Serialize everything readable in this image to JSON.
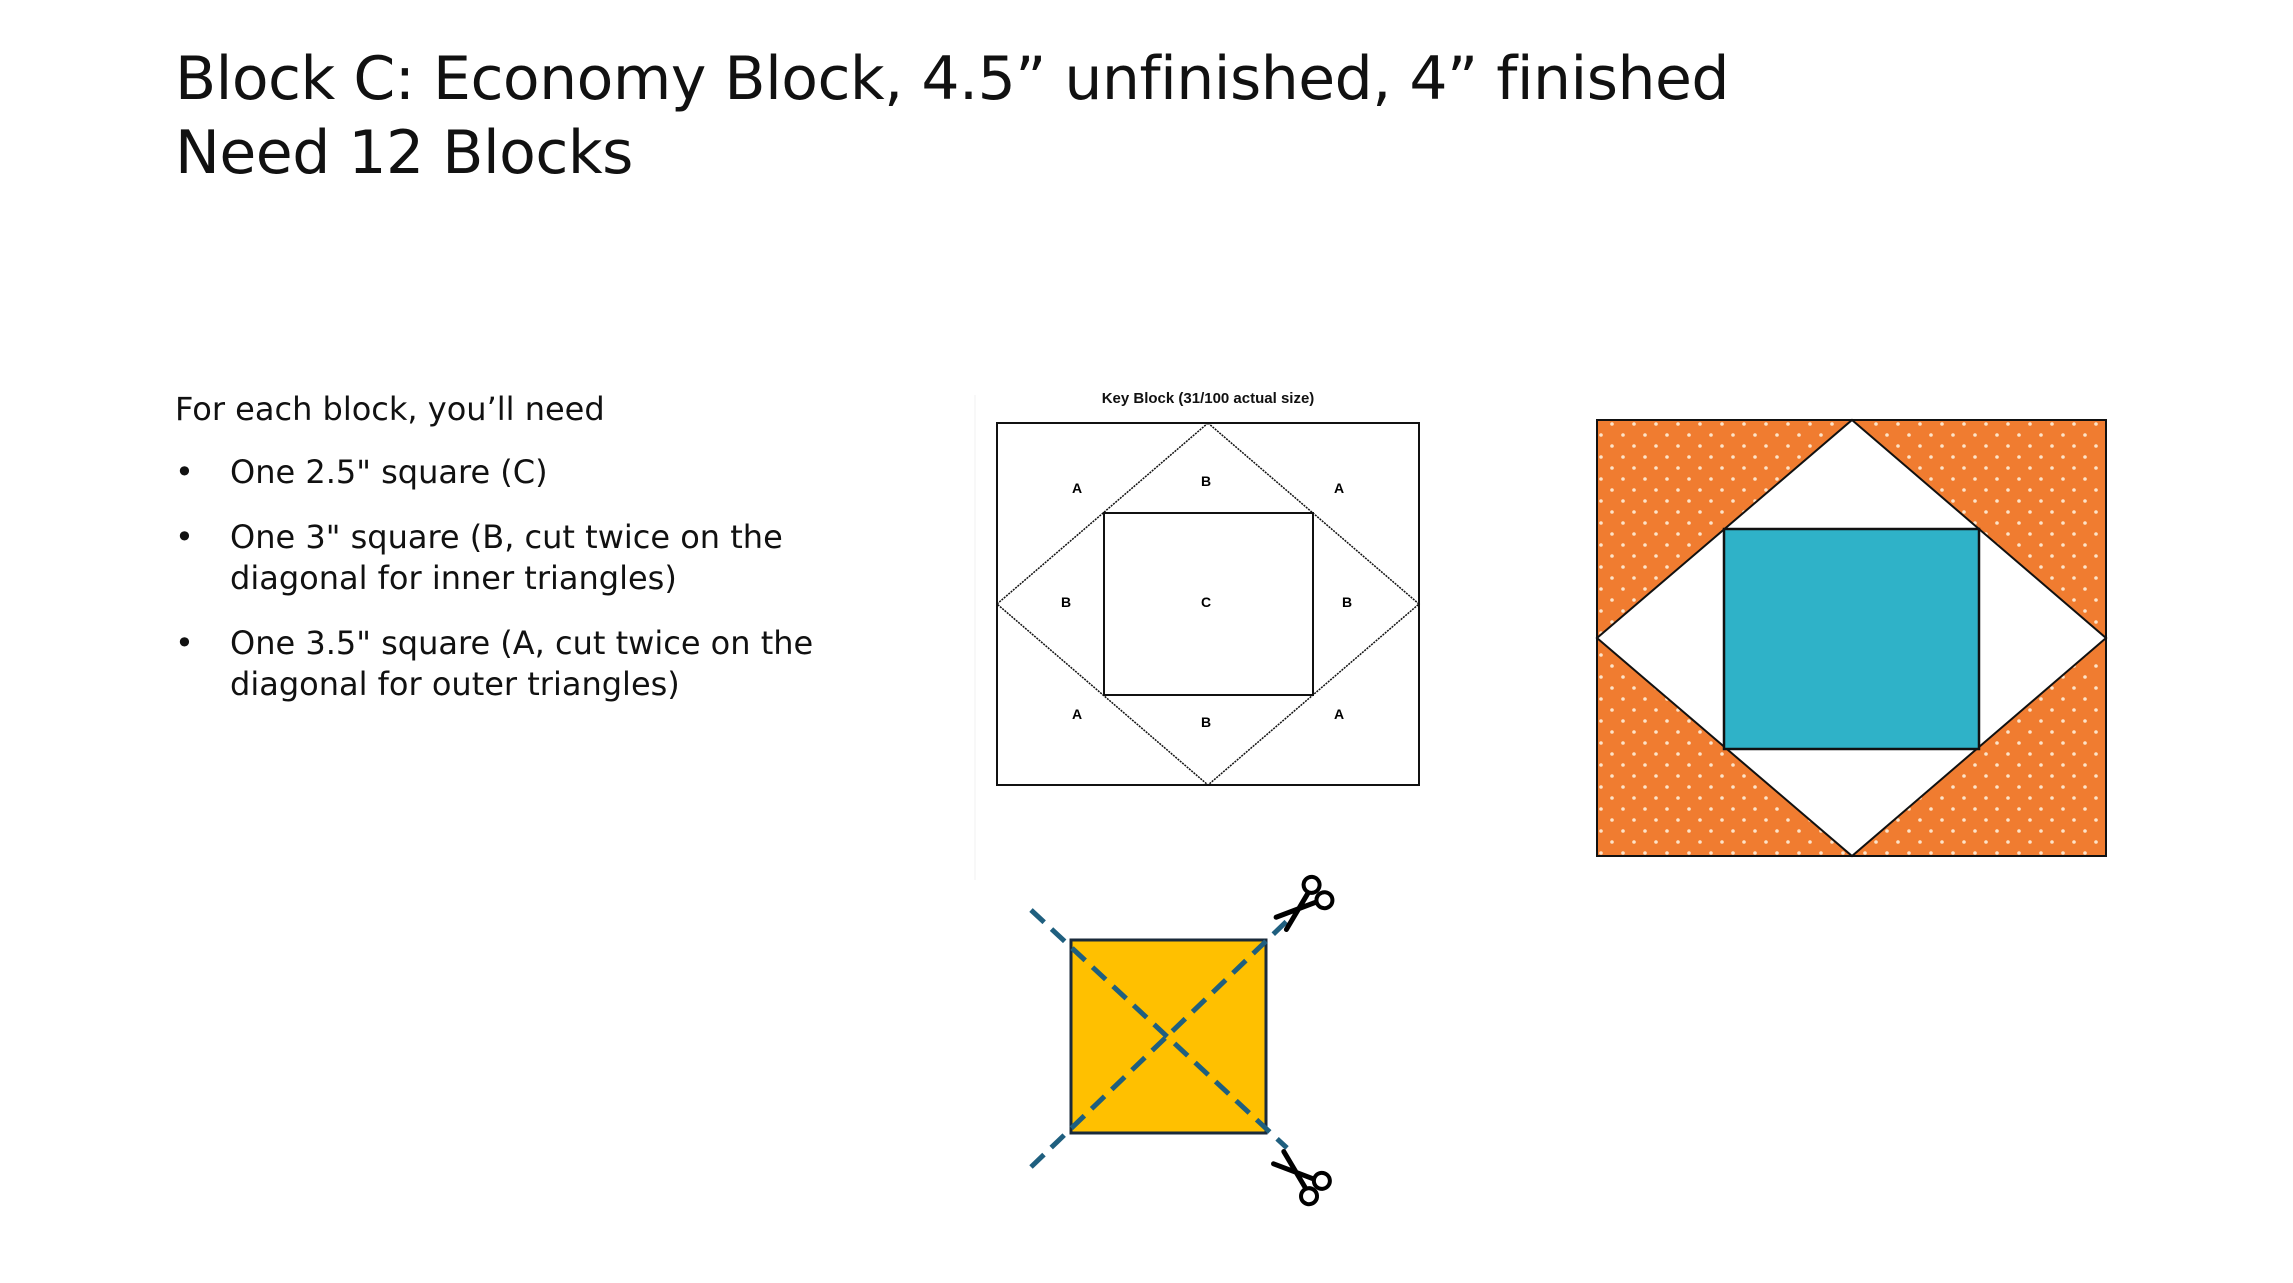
{
  "slide": {
    "title_line1": "Block C: Economy Block, 4.5” unfinished, 4” finished",
    "title_line2": "Need 12 Blocks",
    "intro": "For each block, you’ll need",
    "requirements": [
      "One 2.5\" square (C)",
      "One 3\" square (B, cut twice on the diagonal for inner triangles)",
      "One 3.5\" square (A, cut twice on the diagonal for outer triangles)"
    ]
  },
  "key_block": {
    "title": "Key Block (31/100 actual size)",
    "labels": {
      "a": "A",
      "b": "B",
      "c": "C"
    }
  },
  "colors": {
    "orange": "#f07c30",
    "teal": "#2fb2c8",
    "yellow": "#ffc000",
    "cut_line": "#1f5f7f"
  },
  "icons": [
    "scissors-icon",
    "scissors-icon"
  ]
}
